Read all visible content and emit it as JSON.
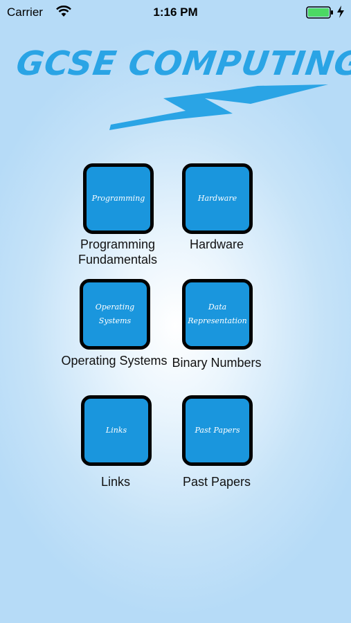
{
  "status_bar": {
    "carrier": "Carrier",
    "time": "1:16 PM"
  },
  "logo": {
    "text": "GCSE COMPUTING",
    "color": "#2aa4e5"
  },
  "colors": {
    "tile_fill": "#1a96dd",
    "tile_border": "#000000",
    "battery": "#4cd964"
  },
  "tiles": [
    {
      "box_text": "Programming",
      "label": "Programming Fundamentals"
    },
    {
      "box_text": "Hardware",
      "label": "Hardware"
    },
    {
      "box_text": "Operating Systems",
      "label": "Operating Systems"
    },
    {
      "box_text": "Data Representation",
      "label": "Binary Numbers"
    },
    {
      "box_text": "Links",
      "label": "Links"
    },
    {
      "box_text": "Past Papers",
      "label": "Past Papers"
    }
  ]
}
